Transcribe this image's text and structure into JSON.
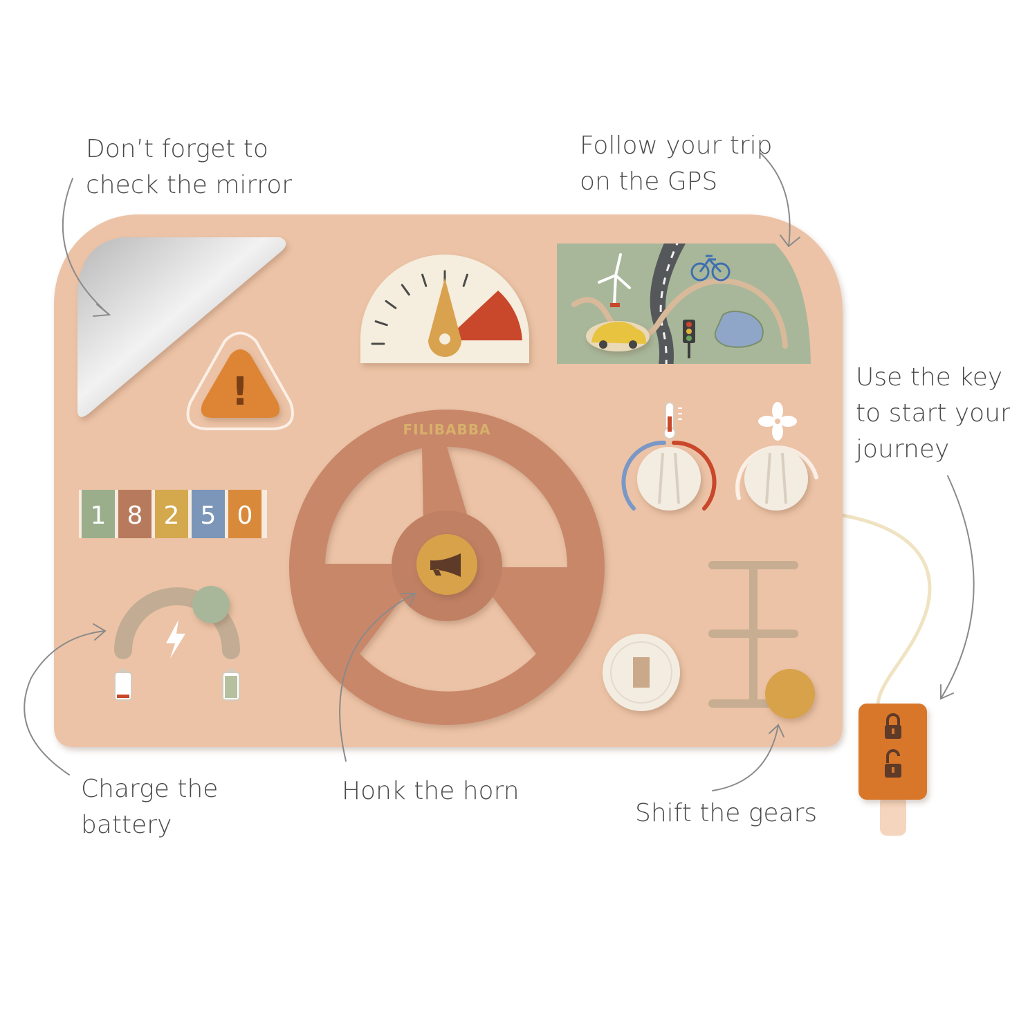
{
  "annotations": {
    "mirror": [
      "Don’t forget to",
      "check the mirror"
    ],
    "gps": [
      "Follow your trip",
      "on the GPS"
    ],
    "key": [
      "Use the key",
      "to start your",
      "journey"
    ],
    "battery": [
      "Charge the",
      "battery"
    ],
    "horn": "Honk the horn",
    "gears": "Shift the gears"
  },
  "board": {
    "brand": "FILIBABBA",
    "hazard_symbol": "!",
    "odometer": {
      "digits": [
        "1",
        "8",
        "2",
        "5",
        "0"
      ],
      "colors": [
        "#9aae8c",
        "#b87a5c",
        "#d4a84c",
        "#7b96b8",
        "#d88a3a"
      ]
    },
    "speed_level": 0.6,
    "colors": {
      "board": "#ecc3a6",
      "wheel": "#c9876a",
      "horn": "#d7a24a",
      "hazard": "#dd8535",
      "gauge_red": "#c9472b",
      "gps_green": "#a8b79a",
      "knob_cold": "#7a98c6",
      "knob_hot": "#c9472b",
      "key_orange": "#d8772c"
    }
  },
  "icons": [
    "thermometer-icon",
    "fan-icon",
    "lightning-icon",
    "battery-low-icon",
    "battery-full-icon",
    "horn-icon",
    "lock-icon",
    "unlock-icon",
    "windmill-icon",
    "bicycle-icon",
    "car-icon",
    "traffic-light-icon"
  ]
}
